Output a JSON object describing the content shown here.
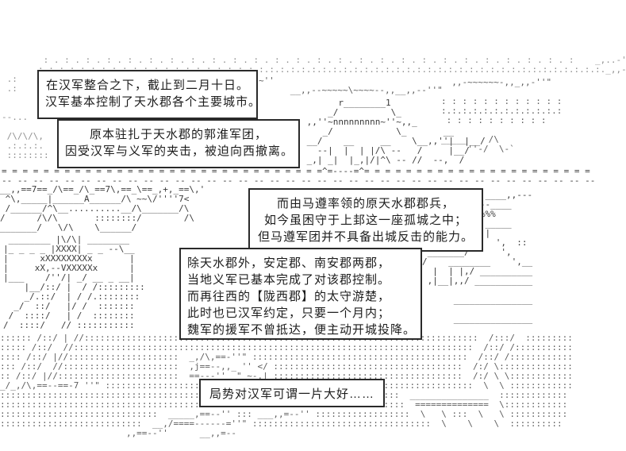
{
  "scene": {
    "background_color": "#ffffff",
    "ink_color": "#3a3a3a",
    "faint_color": "#8f8f8f",
    "box_border_color": "#2a2a2a"
  },
  "dialogue": {
    "box1": {
      "line1": "在汉军整合之下，截止到二月十日。",
      "line2": "汉军基本控制了天水郡各个主要城市。"
    },
    "box2": {
      "line1": "原本驻扎于天水郡的郭淮军团，",
      "line2": "因受汉军与义军的夹击，被迫向西撤离。"
    },
    "box3": {
      "line1": "而由马遵率领的原天水郡郡兵，",
      "line2": "如今虽困守于上邽这一座孤城之中；",
      "line3": "但马遵军团并不具备出城反击的能力。"
    },
    "box4": {
      "line1": "除天水郡外，安定郡、南安郡两郡，",
      "line2": "当地义军已基本完成了对该郡控制。",
      "line3": "而再往西的【陇西郡】的太守游楚，",
      "line4": "此时也已汉军约定，只要一个月内；",
      "line5": "魏军的援军不曾抵达，便主动开城投降。"
    },
    "box5": {
      "line1": "局势对汉军可谓一片大好……"
    }
  },
  "ascii_art": {
    "top_dots": " : . : . : . : . : . : . : . : . : . : . : . : . : . : . : . : . : . : . : . : . : . : . : . : . : . :    _,..-''\"\n:.:.:.:.:.:.:.:.:.:.:.:.:.:.:.:.:.:.:.:.:.:.:.:.:.:.:.:.:.:.:.:.:.:.:.:.:.:.:.:.:.:.:.:.:.:.:.:.:.:.:.:.:.:._,,--'",
    "wave_band": "~''\n      __,,--~~~~~\\~~~~--,,__,,--''\"",
    "left_margin": " .:\n .:\n\n\n--...   ''\n\n /\\/\\/\\,\n .:.:.:.\n ::::::::",
    "castle": "       r________1\n     _/          \\_\n ,,''~nnnnnnnnn~''~,,_\n    _/            \\_       __\n __/    __     __    \\__,,''|  |__/\n   --|  |  | |/\\ --   /     |__/\n _,| _|  |_,|/|^\\ -- //  --,  /",
    "right_upper": "  ,,-~~~~~~-,,_,,-''\"\n\n: : : : : : : : : : : :\n:.:.:.:.:.:.:.:.:.:.:.:\n : : : : : : : : : :\n\n_____    /\\\n     ''-/  \\-`",
    "dashed_band": "= = = = = = = = = = = = = = = = = = = = = = = = = = = = = = =^=----=^= = = = = = = = = = = = = = = = = = = = = =\n-- -- -- -- -- -- -- -- -- -- -- -- -- -- -- -- -- -- -- -- -- -- -- -- -- -- -- -- -- -- -- -- -- -- -- -- -- --",
    "ridge_left": "__,,==7==_/\\==_/\\_==7\\,==_\\==_,+,_==\\,'\n ^\\,_____|______A______/\\ ~~\\/''''7<\n /______/^\\__..........__/\\_______/\\\n/      /\\/\\       ::::::::/        /\\\n_______/   \\/\\    \\______/",
    "forest_left": " ________ |\\/\\| ________\n|_ _ _ _ |XXXX| _ _ --\\__\n|      xXXXXXXXXx       |\n|     xX,--VXXXXXx      |\n|___    /''/| _/ __ _ __|\n    |__/::/ |  / /:::::::::\n    _/.::/  | / /.::::::::\n  _/  ::/   |/ /  :::::::\n /  ::::/   | /  ::::::::\n/  ::::/   // :::::::::::",
    "right_mid": ",|   ,,,    ____,,---\n |____,><,~--____\n =\\,\\><%%%%%%%\n _____,     _____\n         ,/'|\n ::::::::/    ',  ::\n _______/      ',\n/    ________    ',__\n  |  | |,/ __________\n ,|__|,,/ ___________\n\n      _______________\n\n      _______________",
    "bottom_band": ":::::: /::/ | //:::::::::::::::::::::::::::::::::::::::::::::::::::::::::::::::::::::::::::  /:::/  :::::::::\n::::: /::/  //::::::::::::::::::::::::::::::::::::::::::::::::::::::::::::::::::::::::::::  /::/ /:::::::::::\n:::: /::/ |//:::::::::::::::::::::  _,/\\,==-''\" :::::::::::::::::::::::::::::::::::::::::  /::/ /::::::::::::\n::: /::/  //::::::::::::::::::::::  ,j==--,,_ '' </ ::::::::::::::::::::::::::::::::::::  /:/ \\::::::::::::::\n:: /::/ |//:::::::::::::::::::::::  ==---''  \" ~-,| ::::::::::::::::::::::::::::::::::::  /:/ \\ \\::::::::::::\n_/_,/\\,==--==-7 ''\" ::::::::::::::::::::::::::::::::::::::::::::::::::::::::::::::::::::::  \\  \\ ::::::::::::\n::::::::::::::::::::::::::::::::::::::::::::::::::::::::::::::::::::::::::::  _______________  :::::::::::::\n:::::::::::::::::::::::::::::::::::::::::::::::::::::::::::::::::::::::::::::  ==============  \\::::::::::::\n::::::::::::::::::::::::::::::  _____,==--'' ::: ___,,=--'' ::::::::::::::::::  \\   \\ :::  \\   \\ :::::::::::\n:::::::::::::::::::::::::::  __,/====------=''\" ::::::::::::::::::::::::::::::::::  \\    \\    \\  ::::::::::\n                        ,,==--''      __,,=--"
  }
}
